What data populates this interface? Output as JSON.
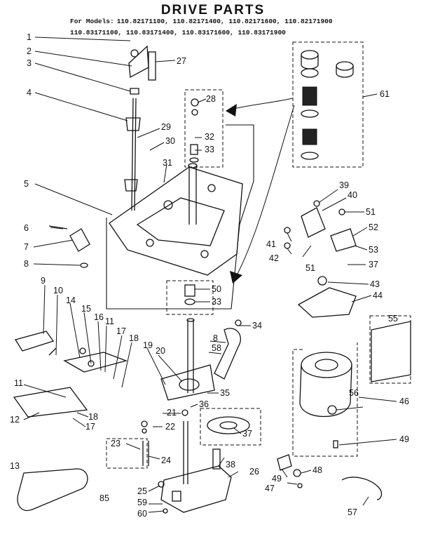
{
  "header": {
    "title": "DRIVE PARTS",
    "models_prefix": "For Models:",
    "models_line1": "110.82171100,  110.82171400,  110.82171600,  110.82171900",
    "models_line2": "110.83171100,  110.83171400,  110.83171600,  110.83171900"
  },
  "footer": {
    "code": "85"
  },
  "callouts": {
    "c1": "1",
    "c2": "2",
    "c3": "3",
    "c4": "4",
    "c5": "5",
    "c6": "6",
    "c7": "7",
    "c8a": "8",
    "c8b": "8",
    "c9": "9",
    "c10": "10",
    "c11a": "11",
    "c11b": "11",
    "c12": "12",
    "c13": "13",
    "c14": "14",
    "c15": "15",
    "c16": "16",
    "c17a": "17",
    "c17b": "17",
    "c18a": "18",
    "c18b": "18",
    "c19": "19",
    "c20": "20",
    "c21": "21",
    "c22": "22",
    "c23": "23",
    "c24": "24",
    "c25": "25",
    "c26": "26",
    "c27": "27",
    "c28": "28",
    "c29": "29",
    "c30": "30",
    "c31": "31",
    "c32": "32",
    "c33a": "33",
    "c33b": "33",
    "c34": "34",
    "c35": "35",
    "c36": "36",
    "c37a": "37",
    "c37b": "37",
    "c38": "38",
    "c39": "39",
    "c40": "40",
    "c41": "41",
    "c42": "42",
    "c43": "43",
    "c44": "44",
    "c46": "46",
    "c47": "47",
    "c48": "48",
    "c49a": "49",
    "c49b": "49",
    "c50": "50",
    "c51a": "51",
    "c51b": "51",
    "c52": "52",
    "c53": "53",
    "c55": "55",
    "c56": "56",
    "c57": "57",
    "c58": "58",
    "c59": "59",
    "c60": "60",
    "c61": "61"
  }
}
